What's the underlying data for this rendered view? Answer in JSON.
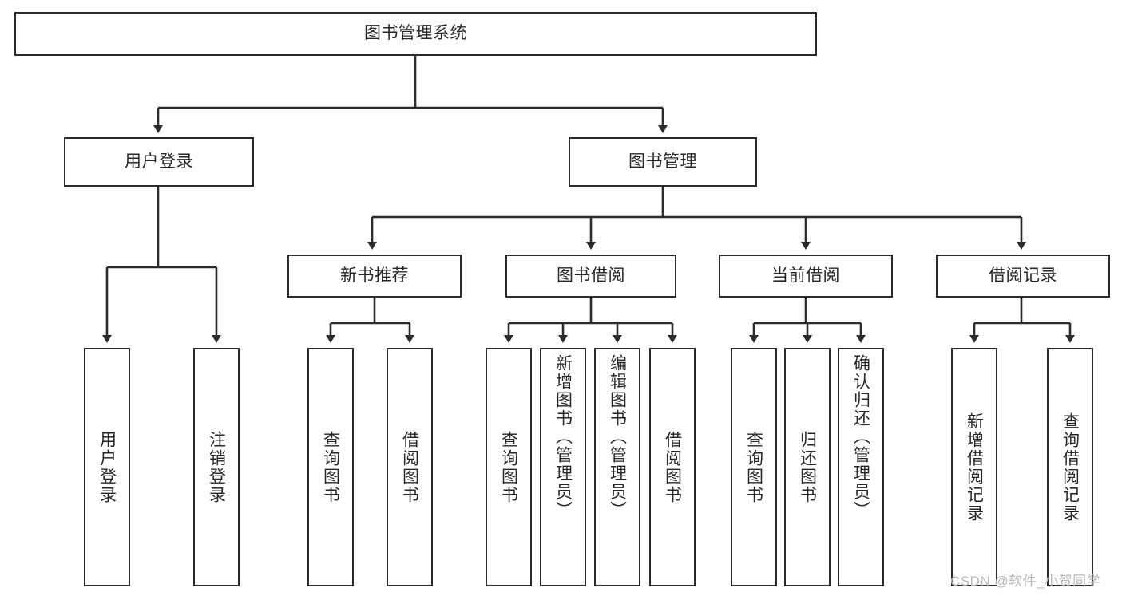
{
  "diagram": {
    "type": "tree-hierarchy-flowchart",
    "title": "图书管理系统",
    "colors": {
      "box_border": "#2b2b2b",
      "box_fill": "#ffffff",
      "text": "#262626",
      "connector": "#2b2b2b",
      "watermark": "#b9b9b9",
      "background": "#ffffff"
    },
    "levels": {
      "root": "图书管理系统",
      "level2": [
        "用户登录",
        "图书管理"
      ],
      "level3": [
        "新书推荐",
        "图书借阅",
        "当前借阅",
        "借阅记录"
      ]
    },
    "nodes": {
      "root": {
        "label": "图书管理系统"
      },
      "user_login": {
        "label": "用户登录"
      },
      "book_manage": {
        "label": "图书管理"
      },
      "new_book_rec": {
        "label": "新书推荐"
      },
      "book_borrow": {
        "label": "图书借阅"
      },
      "current_borrow": {
        "label": "当前借阅"
      },
      "borrow_record": {
        "label": "借阅记录"
      }
    },
    "leaves": {
      "user_login": [
        {
          "label": "用户登录"
        },
        {
          "label": "注销登录"
        }
      ],
      "new_book_rec": [
        {
          "label": "查询图书"
        },
        {
          "label": "借阅图书"
        }
      ],
      "book_borrow": [
        {
          "label": "查询图书"
        },
        {
          "label": "新增图书（管理员）"
        },
        {
          "label": "编辑图书（管理员）"
        },
        {
          "label": "借阅图书"
        }
      ],
      "current_borrow": [
        {
          "label": "查询图书"
        },
        {
          "label": "归还图书"
        },
        {
          "label": "确认归还（管理员）"
        }
      ],
      "borrow_record": [
        {
          "label": "新增借阅记录"
        },
        {
          "label": "查询借阅记录"
        }
      ]
    },
    "watermark": "CSDN @软件_小贺同学"
  }
}
